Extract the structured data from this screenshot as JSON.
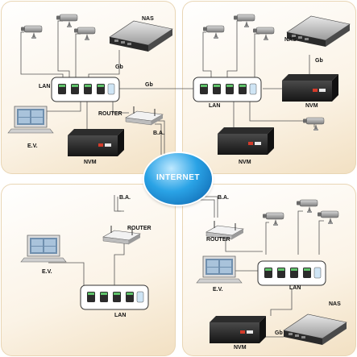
{
  "labels": {
    "nas": "NAS",
    "lan": "LAN",
    "gb": "Gb",
    "router": "ROUTER",
    "ba": "B.A.",
    "ev": "E.V.",
    "nvm": "NVM",
    "internet": "INTERNET"
  },
  "colors": {
    "panel_gradient_end": "#f2e0c2",
    "internet_blue": "#2aa3e6",
    "cable": "#555555"
  }
}
